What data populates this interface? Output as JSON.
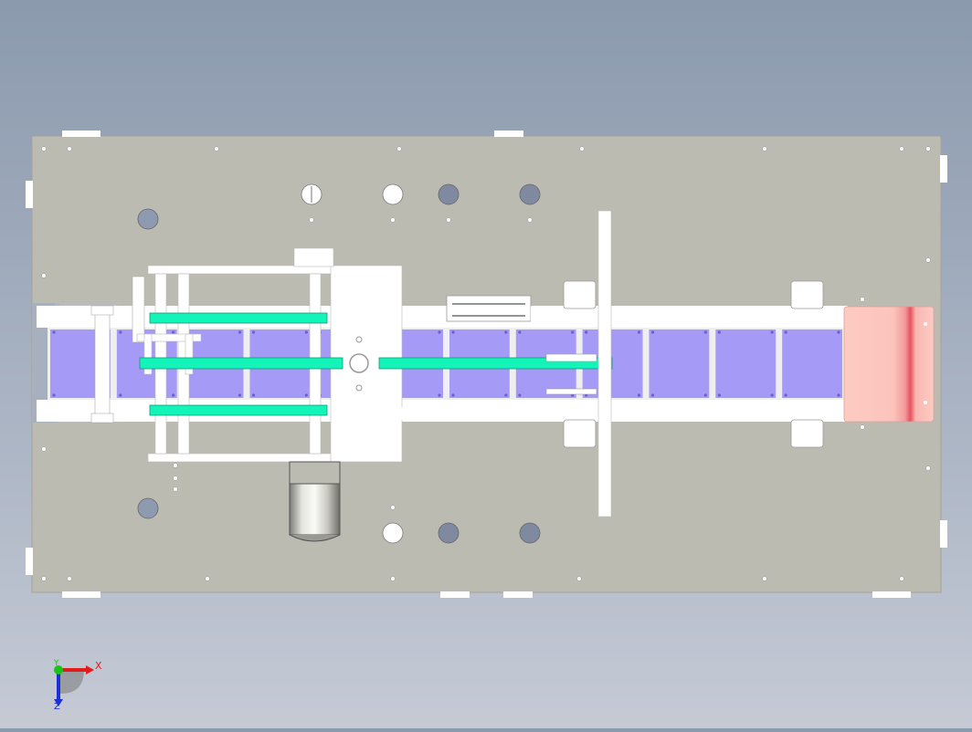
{
  "view": {
    "type": "cad-model-viewport",
    "projection": "top view",
    "background_gradient": [
      "#8c9aae",
      "#c5cad5"
    ]
  },
  "colors": {
    "base_plate": "#bcbbb2",
    "frame_parts": "#ffffff",
    "conveyor_tiles": "#a69af7",
    "belts": "#13f5b8",
    "end_guard": "#fdcbc3",
    "end_guard_shade": "#e3525e",
    "motor": "#d8d8d2",
    "hole": "#7f8aa0"
  },
  "components": {
    "base_plate": "base-plate",
    "conveyor": {
      "tile_count": 12
    },
    "belts": [
      "upper-belt",
      "center-belt",
      "lower-belt"
    ],
    "motor": "drive-motor",
    "end_guard": "end-guard"
  },
  "triad": {
    "x_label": "X",
    "y_label": "Y",
    "z_label": "Z",
    "x_color": "#e41b1b",
    "y_color": "#18c418",
    "z_color": "#1a2fd6"
  }
}
